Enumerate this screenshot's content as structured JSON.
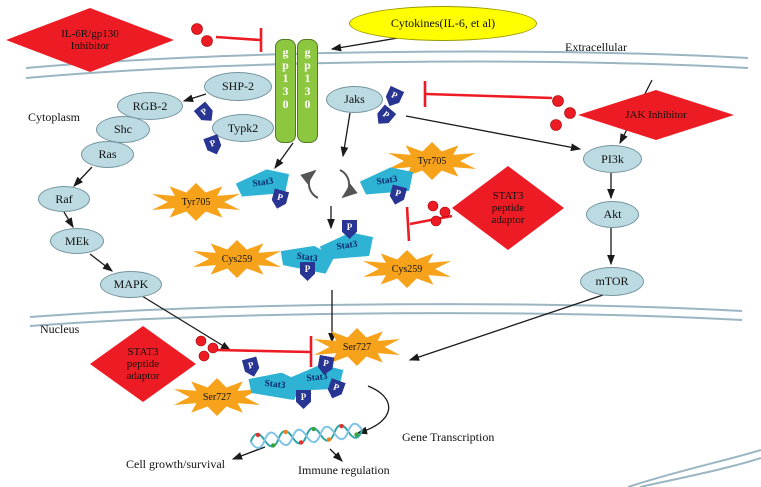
{
  "compartments": {
    "extracellular": "Extracellular",
    "cytoplasm": "Cytoplasm",
    "nucleus": "Nucleus"
  },
  "cytokine": {
    "label": "Cytokines(IL-6, et al)"
  },
  "receptor": {
    "label": "gp130"
  },
  "inhibitors": {
    "il6r_gp130": {
      "label": "IL-6R/gp130 Inhibitor"
    },
    "jak": {
      "label": "JAK Inhibitor"
    },
    "stat3_peptide_cytoplasm": {
      "label": "STAT3 peptide adaptor"
    },
    "stat3_peptide_nucleus": {
      "label": "STAT3 peptide adaptor"
    }
  },
  "nodes": {
    "shp2": "SHP-2",
    "rgb2": "RGB-2",
    "shc": "Shc",
    "ras": "Ras",
    "raf": "Raf",
    "mek": "MEk",
    "mapk": "MAPK",
    "typk2": "Typk2",
    "jaks": "Jaks",
    "pi3k": "PI3k",
    "akt": "Akt",
    "mtor": "mTOR"
  },
  "stat3_label": "Stat3",
  "p_label": "P",
  "sites": {
    "tyr705": "Tyr705",
    "cys259": "Cys259",
    "ser727": "Ser727"
  },
  "outputs": {
    "gene_transcription": "Gene Transcription",
    "cell_growth": "Cell growth/survival",
    "immune_regulation": "Immune regulation"
  },
  "colors": {
    "inhibitor_red": "#ED1C24",
    "cytokine_yellow": "#FFFF00",
    "receptor_green": "#8DC63F",
    "node_blue": "#BCDAE2",
    "stat3_cyan": "#2FB3D4",
    "phospho_navy": "#283593",
    "burst_orange": "#F7A21B"
  }
}
